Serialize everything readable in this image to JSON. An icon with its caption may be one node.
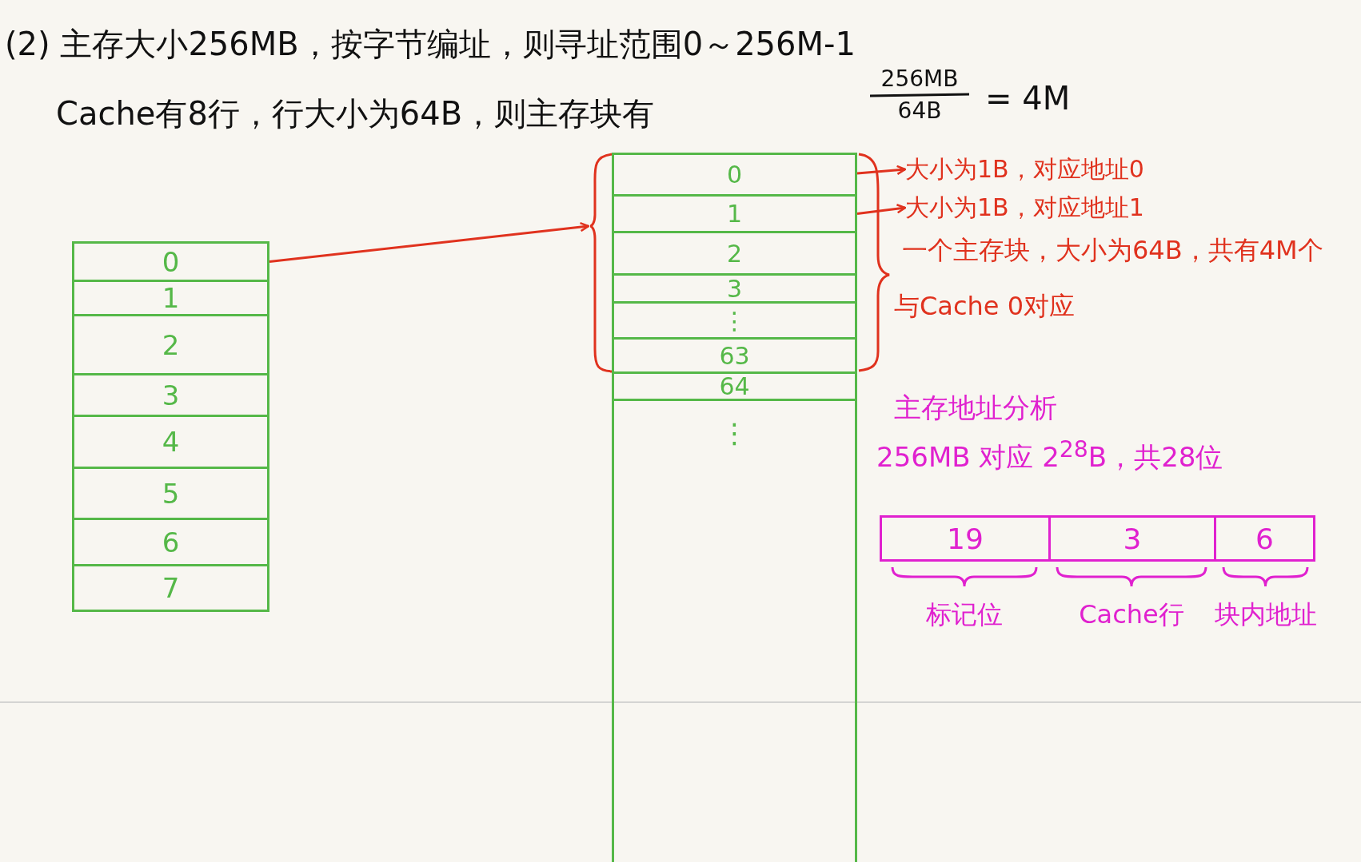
{
  "diagram": {
    "nodes": [
      {
        "text": [
          "0"
        ]
      },
      {
        "text": [
          "1"
        ]
      },
      {
        "text": [
          "2"
        ]
      },
      {
        "text": [
          "3"
        ]
      },
      {
        "text": [
          "4"
        ]
      },
      {
        "text": [
          "5"
        ]
      },
      {
        "text": [
          "6"
        ]
      },
      {
        "text": [
          "7"
        ]
      },
      {
        "text": [],
        "shape": "brace"
      },
      {
        "text": [
          "0"
        ]
      },
      {
        "text": [
          "1"
        ]
      },
      {
        "text": [
          "2"
        ]
      },
      {
        "text": [
          "3"
        ]
      },
      {
        "text": [
          "⋮"
        ]
      },
      {
        "text": [
          "63"
        ]
      },
      {
        "text": [
          "64"
        ]
      },
      {
        "text": [
          "⋮"
        ]
      },
      {
        "text": [
          "大小为1B，对应地址0"
        ]
      },
      {
        "text": [
          "大小为1B，对应地址1"
        ]
      },
      {
        "text": [
          "19"
        ],
        "beside": [
          "标记位"
        ]
      },
      {
        "text": [
          "3"
        ],
        "beside": [
          "Cache行"
        ]
      },
      {
        "text": [
          "6"
        ],
        "beside": [
          "块内地址"
        ]
      }
    ],
    "edges": [
      {
        "from": 0,
        "to": 8,
        "arrow": "to"
      },
      {
        "from": 9,
        "to": 17,
        "arrow": "to"
      },
      {
        "from": 10,
        "to": 18,
        "arrow": "to"
      }
    ],
    "labels": [
      "(2) 主存大小256MB，按字节编址，则寻址范围0～256M-1",
      "Cache有8行，行大小为64B，则主存块有",
      "256MB",
      "64B",
      "= 4M",
      "一个主存块，大小为64B，共有4M个",
      "与Cache 0对应",
      "主存地址分析",
      "256MB 对应 2$^{28}$B，共28位"
    ]
  }
}
